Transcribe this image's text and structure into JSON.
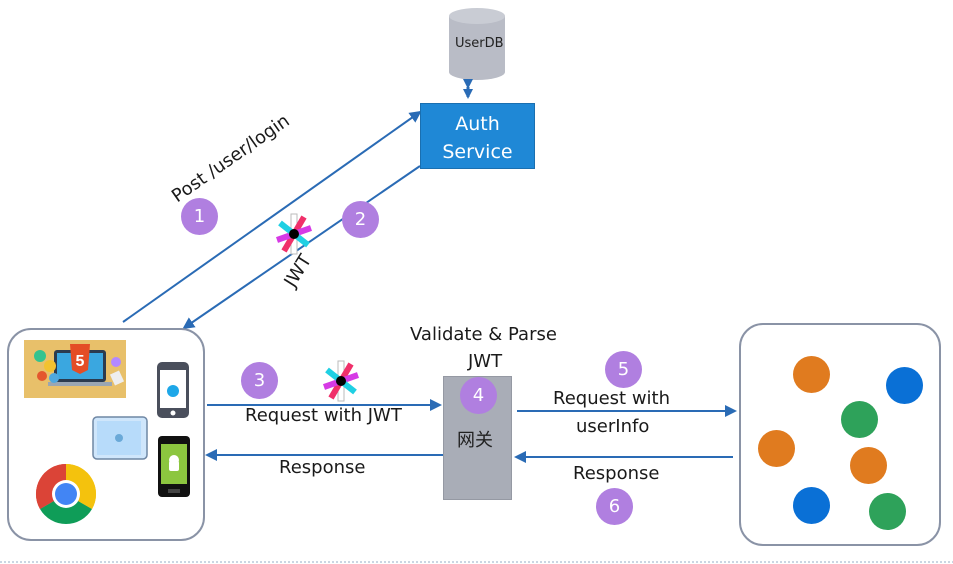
{
  "diagram": {
    "userdb": {
      "label": "UserDB",
      "color": "#b9bcc6"
    },
    "auth_service": {
      "line1": "Auth",
      "line2": "Service",
      "color": "#1f88d6"
    },
    "gateway": {
      "label": "网关",
      "color": "#a9adb7"
    },
    "arrow_color": "#2a6bb5",
    "badge_color": "#b07fe0",
    "steps": [
      {
        "num": "1",
        "label": "Post /user/login"
      },
      {
        "num": "2",
        "label": "JWT"
      },
      {
        "num": "3",
        "label": "Request with JWT"
      },
      {
        "num": "4",
        "label_line1": "Validate & Parse",
        "label_line2": "JWT"
      },
      {
        "num": "5",
        "label_line1": "Request with",
        "label_line2": "userInfo"
      },
      {
        "num": "6",
        "label": "Response"
      }
    ],
    "response_left": "Response",
    "clients": {
      "icons": [
        "html5-app-icon",
        "iphone-icon",
        "ipad-icon",
        "android-phone-icon",
        "chrome-icon"
      ]
    },
    "services": {
      "dots": [
        {
          "color": "#e07b1f"
        },
        {
          "color": "#0a70d6"
        },
        {
          "color": "#2ea25a"
        },
        {
          "color": "#e07b1f"
        },
        {
          "color": "#e07b1f"
        },
        {
          "color": "#0a70d6"
        },
        {
          "color": "#2ea25a"
        }
      ]
    }
  }
}
